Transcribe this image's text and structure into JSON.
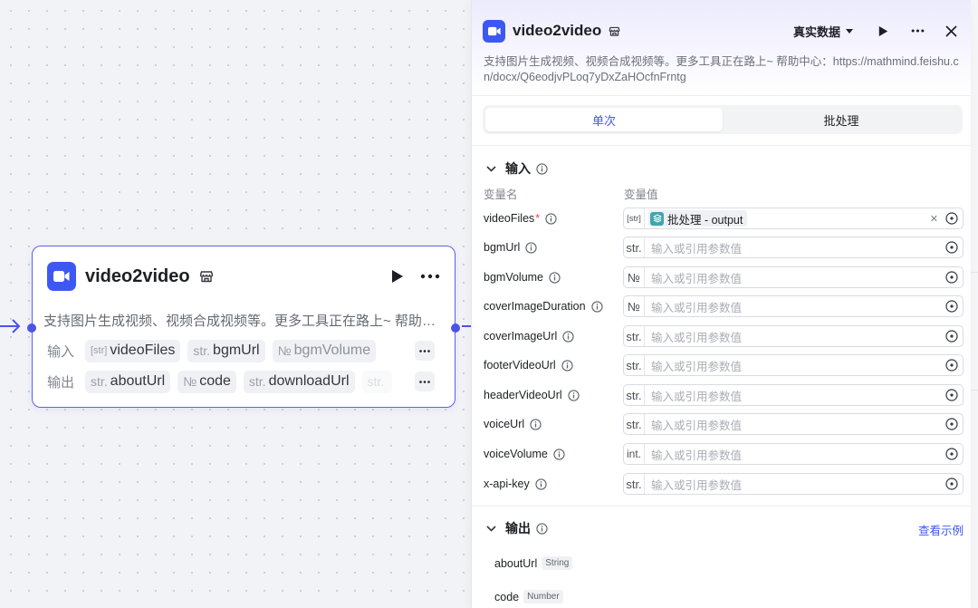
{
  "node": {
    "title": "video2video",
    "description": "支持图片生成视频、视频合成视频等。更多工具正在路上~ 帮助中心：https://mathmind.feishu.cn/docx/Q6eodjvPLoq7yDxZaHOcfnFrntg",
    "inputs_label": "输入",
    "outputs_label": "输出",
    "inputs": [
      {
        "type": "[str]",
        "name": "videoFiles"
      },
      {
        "type": "str.",
        "name": "bgmUrl"
      },
      {
        "type": "№",
        "name": "bgmVolume"
      }
    ],
    "outputs": [
      {
        "type": "str.",
        "name": "aboutUrl"
      },
      {
        "type": "№",
        "name": "code"
      },
      {
        "type": "str.",
        "name": "downloadUrl"
      },
      {
        "type": "str.",
        "name": ""
      }
    ]
  },
  "panel": {
    "title": "video2video",
    "data_select": "真实数据",
    "description": "支持图片生成视频、视频合成视频等。更多工具正在路上~ 帮助中心：https://mathmind.feishu.cn/docx/Q6eodjvPLoq7yDxZaHOcfnFrntg",
    "tabs": [
      {
        "label": "单次",
        "active": true
      },
      {
        "label": "批处理",
        "active": false
      }
    ],
    "input_section": {
      "title": "输入",
      "col_name": "变量名",
      "col_value": "变量值",
      "placeholder": "输入或引用参数值",
      "params": [
        {
          "name": "videoFiles",
          "required": true,
          "type": "[str]",
          "ref": "批处理 - output"
        },
        {
          "name": "bgmUrl",
          "required": false,
          "type": "str.",
          "ref": ""
        },
        {
          "name": "bgmVolume",
          "required": false,
          "type": "№",
          "ref": ""
        },
        {
          "name": "coverImageDuration",
          "required": false,
          "type": "№",
          "ref": ""
        },
        {
          "name": "coverImageUrl",
          "required": false,
          "type": "str.",
          "ref": ""
        },
        {
          "name": "footerVideoUrl",
          "required": false,
          "type": "str.",
          "ref": ""
        },
        {
          "name": "headerVideoUrl",
          "required": false,
          "type": "str.",
          "ref": ""
        },
        {
          "name": "voiceUrl",
          "required": false,
          "type": "str.",
          "ref": ""
        },
        {
          "name": "voiceVolume",
          "required": false,
          "type": "int.",
          "ref": ""
        },
        {
          "name": "x-api-key",
          "required": false,
          "type": "str.",
          "ref": ""
        }
      ]
    },
    "output_section": {
      "title": "输出",
      "view_example": "查看示例",
      "items": [
        {
          "name": "aboutUrl",
          "type": "String"
        },
        {
          "name": "code",
          "type": "Number"
        }
      ]
    }
  },
  "colors": {
    "accent": "#3d58f2",
    "node_border": "#5b61f0",
    "required": "#e5484d",
    "ref_icon": "#3fa6b0"
  },
  "icons": {
    "app": "video-camera-icon",
    "store": "store-icon",
    "run": "play-icon",
    "more": "more-dots-icon",
    "close": "close-icon",
    "collapse": "chevron-down-icon",
    "info": "info-circle-icon",
    "variable": "variable-select-icon",
    "ref": "layers-icon"
  }
}
